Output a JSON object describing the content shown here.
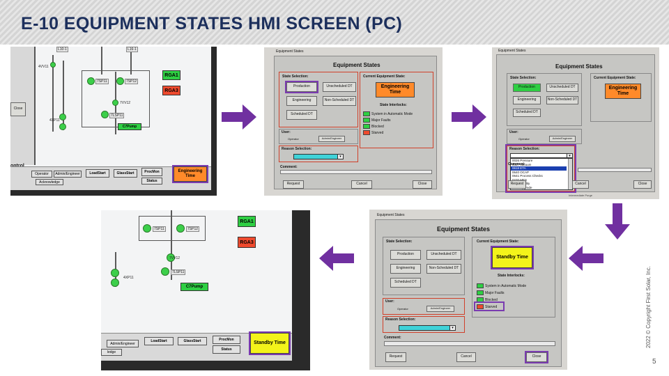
{
  "slide": {
    "title": "E-10 EQUIPMENT STATES HMI SCREEN (PC)",
    "copyright": "2022 © Copyright First Solar, Inc.",
    "page_number": "5"
  },
  "colors": {
    "arrow": "#7030a0",
    "title": "#1c2f5c",
    "engineering_time": "#ff8a2a",
    "standby_time": "#f3f31a",
    "highlight": "#7a3bb0"
  },
  "pid_screen_1": {
    "tags": [
      "L10-1",
      "L16-1",
      "4VV11",
      "7SP11",
      "7SP12",
      "7VV12",
      "7LSP11",
      "4XP11"
    ],
    "rga_green": "RGA1",
    "rga_red": "RGA3",
    "pump_button": "C7Pump",
    "close_label": "Close",
    "control_label": "ontrol",
    "user_buttons": [
      "Operator",
      "Admin/Engineer",
      "Acknowledge"
    ],
    "tabs": [
      "LoadStart",
      "GlassStart",
      "ProcMon",
      "Status"
    ],
    "state_label": "Engineering Time"
  },
  "pid_screen_2": {
    "tags": [
      "7SP11",
      "7SP12",
      "7VV12",
      "7LSP11",
      "4XP11"
    ],
    "rga_green": "RGA1",
    "rga_red": "RGA3",
    "pump_button": "C7Pump",
    "user_buttons": [
      "Admin/Engineer",
      "ledge"
    ],
    "tabs": [
      "LoadStart",
      "GlassStart",
      "ProcMon",
      "Status"
    ],
    "state_label": "Standby Time"
  },
  "dialog": {
    "window_title": "Equipment States",
    "heading": "Equipment States",
    "state_selection_label": "State Selection:",
    "state_buttons": [
      "Production",
      "Unscheduled DT",
      "Engineering",
      "Non-Scheduled DT",
      "Scheduled DT"
    ],
    "current_state_label": "Current Equipment State:",
    "interlocks_label": "State Interlocks:",
    "interlocks": [
      "System in Automatic Mode",
      "Major Faults",
      "Blocked",
      "Starved"
    ],
    "user_label": "User:",
    "user_buttons": [
      "Operator",
      "Admin/Engineer"
    ],
    "reason_label": "Reason Selection:",
    "comment_label": "Comment:",
    "request_label": "Request",
    "cancel_label": "Cancel",
    "close_label": "Close",
    "intermediate_label": "Intermediate Purge"
  },
  "dialog_a": {
    "current_state": "Engineering Time"
  },
  "dialog_b": {
    "current_state": "Engineering Time",
    "reason_options": [
      "0026 Pressure",
      "0027 Vacuum",
      "0618 ETA",
      "0640 OCAP",
      "0641 Process Checks",
      "0270 MES",
      "0380 Facility",
      "0205 Upgrade"
    ],
    "reason_selected": "0618 ETA"
  },
  "dialog_c": {
    "current_state": "Standby Time"
  }
}
